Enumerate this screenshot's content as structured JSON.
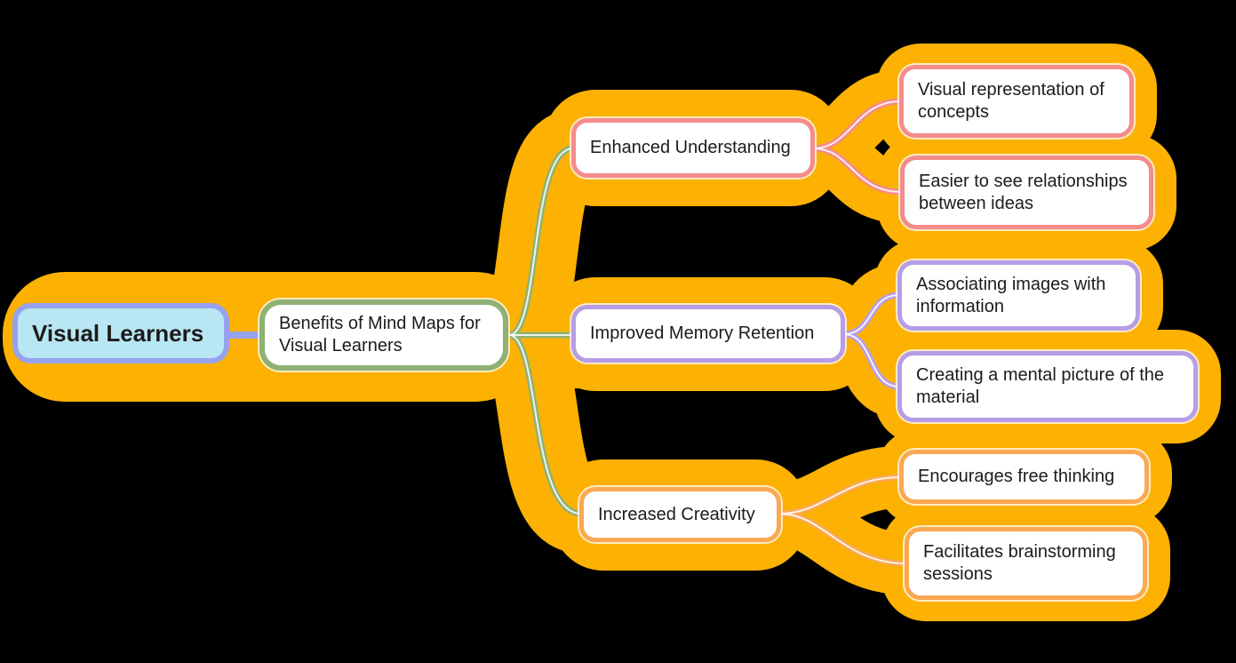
{
  "diagram": {
    "type": "mindmap",
    "title": "Benefits of Mind Maps for Visual Learners",
    "colors": {
      "background": "#000000",
      "blob": "#FCB103",
      "text": "#1b1b1b",
      "root_fill": "#B8E6F2",
      "root_border": "#96A2EE",
      "level1_border": "#90B174",
      "branch_enhanced_border": "#F48C8C",
      "branch_memory_border": "#B79DE6",
      "branch_creativity_border": "#F9A953"
    },
    "root": {
      "label": "Visual Learners"
    },
    "level1": {
      "label": "Benefits of Mind Maps for Visual Learners"
    },
    "branches": [
      {
        "label": "Enhanced Understanding",
        "children": [
          "Visual representation of concepts",
          "Easier to see relationships between ideas"
        ]
      },
      {
        "label": "Improved Memory Retention",
        "children": [
          "Associating images with information",
          "Creating a mental picture of the material"
        ]
      },
      {
        "label": "Increased Creativity",
        "children": [
          "Encourages free thinking",
          "Facilitates brainstorming sessions"
        ]
      }
    ]
  }
}
